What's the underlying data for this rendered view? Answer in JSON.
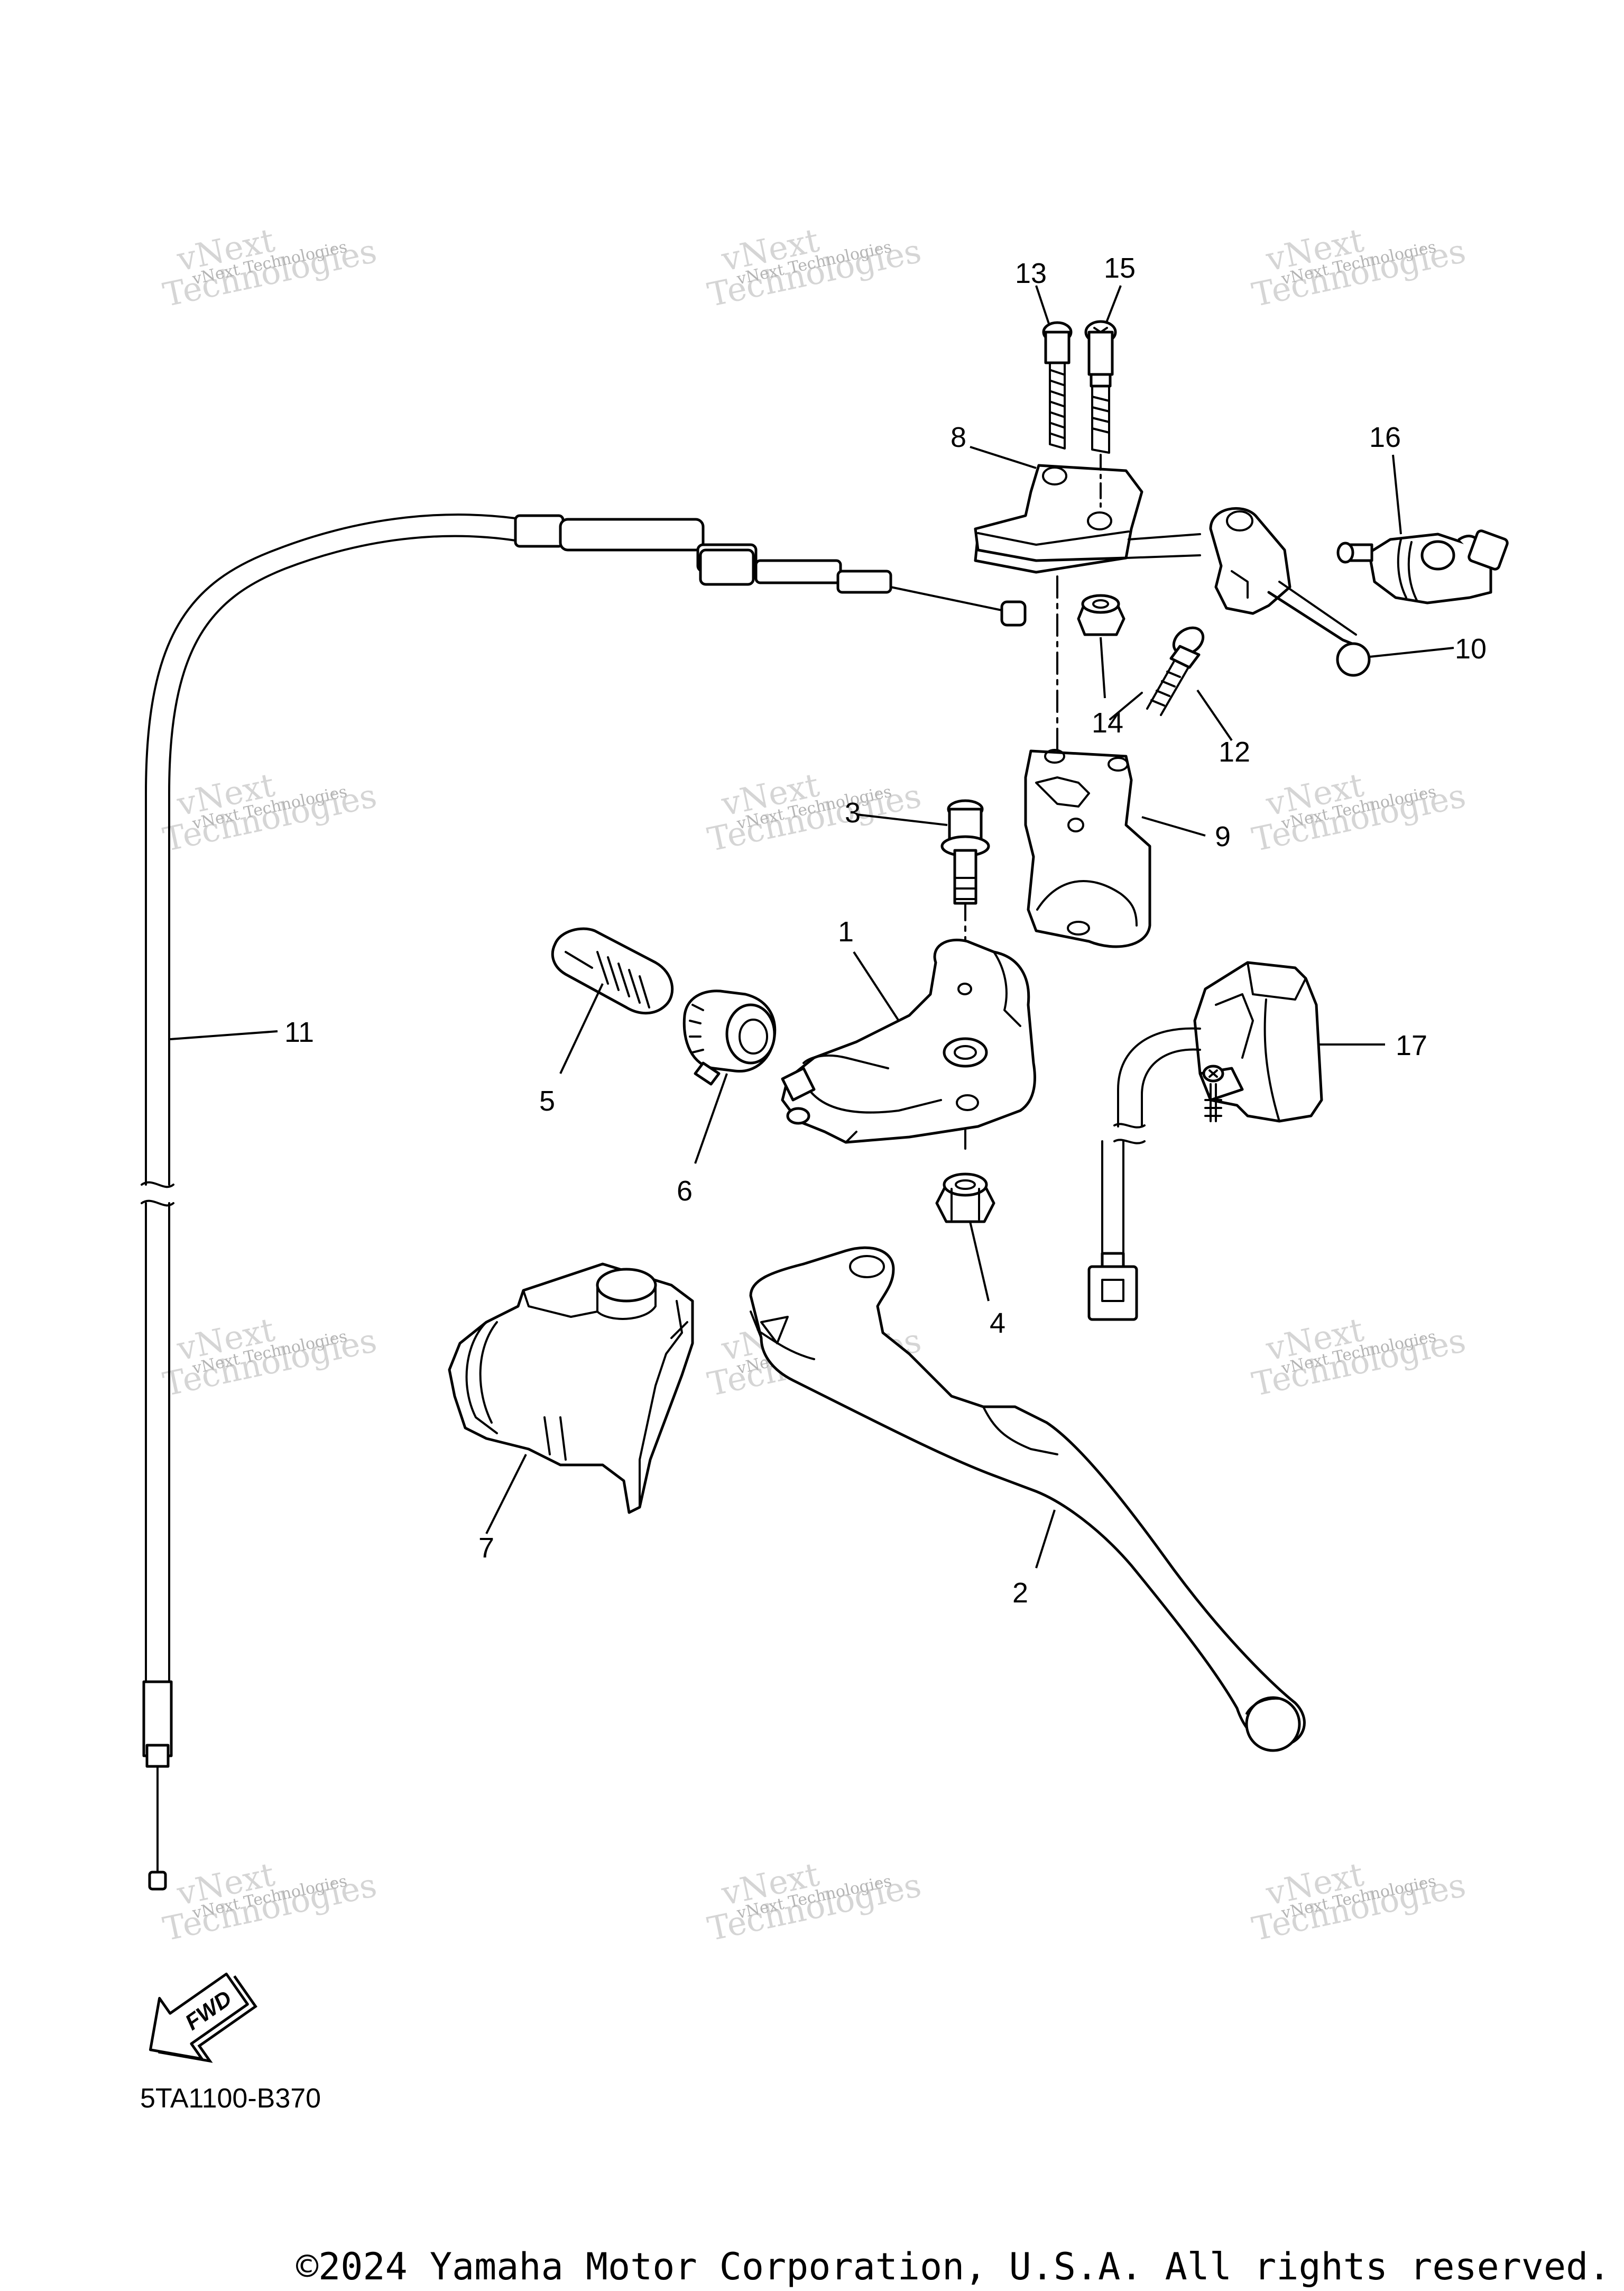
{
  "callouts": {
    "p1": "1",
    "p2": "2",
    "p3": "3",
    "p4": "4",
    "p5": "5",
    "p6": "6",
    "p7": "7",
    "p8": "8",
    "p9": "9",
    "p10": "10",
    "p11": "11",
    "p12": "12",
    "p13": "13",
    "p14": "14",
    "p15": "15",
    "p16": "16",
    "p17": "17"
  },
  "watermark": {
    "line1": "vNext Technologies",
    "line2": "vNext",
    "line3": "Technologies"
  },
  "fwd_label": "FWD",
  "diagram_code": "5TA1100-B370",
  "copyright": "©2024 Yamaha Motor Corporation, U.S.A. All rights reserved."
}
